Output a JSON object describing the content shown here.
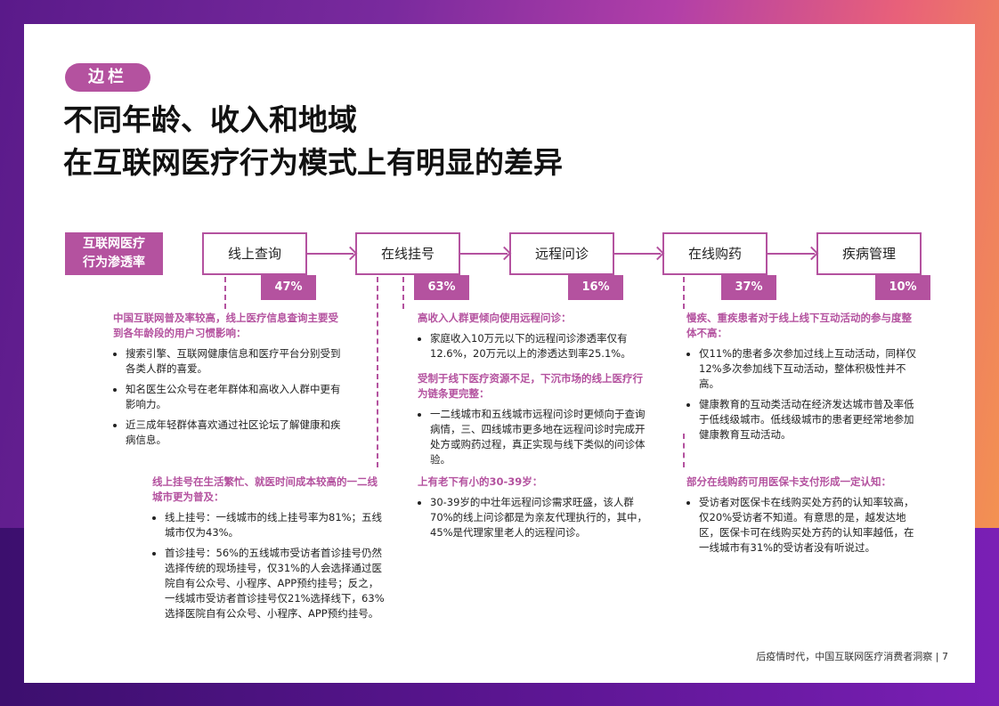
{
  "tag": "边栏",
  "title": {
    "line1": "不同年龄、收入和地域",
    "line2": "在互联网医疗行为模式上有明显的差异"
  },
  "rate_label": {
    "line1": "互联网医疗",
    "line2": "行为渗透率"
  },
  "steps": [
    {
      "label": "线上查询",
      "pct": "47%"
    },
    {
      "label": "在线挂号",
      "pct": "63%"
    },
    {
      "label": "远程问诊",
      "pct": "16%"
    },
    {
      "label": "在线购药",
      "pct": "37%"
    },
    {
      "label": "疾病管理",
      "pct": "10%"
    }
  ],
  "blocks": {
    "b1": {
      "head": "中国互联网普及率较高，线上医疗信息查询主要受到各年龄段的用户习惯影响：",
      "items": [
        "搜索引擎、互联网健康信息和医疗平台分别受到各类人群的喜爱。",
        "知名医生公众号在老年群体和高收入人群中更有影响力。",
        "近三成年轻群体喜欢通过社区论坛了解健康和疾病信息。"
      ]
    },
    "b2": {
      "head": "线上挂号在生活繁忙、就医时间成本较高的一二线城市更为普及：",
      "items": [
        "线上挂号：一线城市的线上挂号率为81%；五线城市仅为43%。",
        "首诊挂号：56%的五线城市受访者首诊挂号仍然选择传统的现场挂号，仅31%的人会选择通过医院自有公众号、小程序、APP预约挂号；反之，一线城市受访者首诊挂号仅21%选择线下，63%选择医院自有公众号、小程序、APP预约挂号。"
      ]
    },
    "b3": {
      "head": "高收入人群更倾向使用远程问诊：",
      "items": [
        "家庭收入10万元以下的远程问诊渗透率仅有12.6%，20万元以上的渗透达到率25.1%。"
      ]
    },
    "b4": {
      "head": "受制于线下医疗资源不足，下沉市场的线上医疗行为链条更完整：",
      "items": [
        "一二线城市和五线城市远程问诊时更倾向于查询病情，三、四线城市更多地在远程问诊时完成开处方或购药过程，真正实现与线下类似的问诊体验。"
      ]
    },
    "b5": {
      "head": "上有老下有小的30-39岁：",
      "items": [
        "30-39岁的中壮年远程问诊需求旺盛，该人群70%的线上问诊都是为亲友代理执行的，其中，45%是代理家里老人的远程问诊。"
      ]
    },
    "b6": {
      "head": "慢疾、重疾患者对于线上线下互动活动的参与度整体不高：",
      "items": [
        "仅11%的患者多次参加过线上互动活动，同样仅12%多次参加线下互动活动，整体积极性并不高。",
        "健康教育的互动类活动在经济发达城市普及率低于低线级城市。低线级城市的患者更经常地参加健康教育互动活动。"
      ]
    },
    "b7": {
      "head": "部分在线购药可用医保卡支付形成一定认知：",
      "items": [
        "受访者对医保卡在线购买处方药的认知率较高，仅20%受访者不知道。有意思的是，越发达地区，医保卡可在线购买处方药的认知率越低，在一线城市有31%的受访者没有听说过。"
      ]
    }
  },
  "footer": "后疫情时代，中国互联网医疗消费者洞察 | 7",
  "colors": {
    "accent": "#b4529f"
  }
}
